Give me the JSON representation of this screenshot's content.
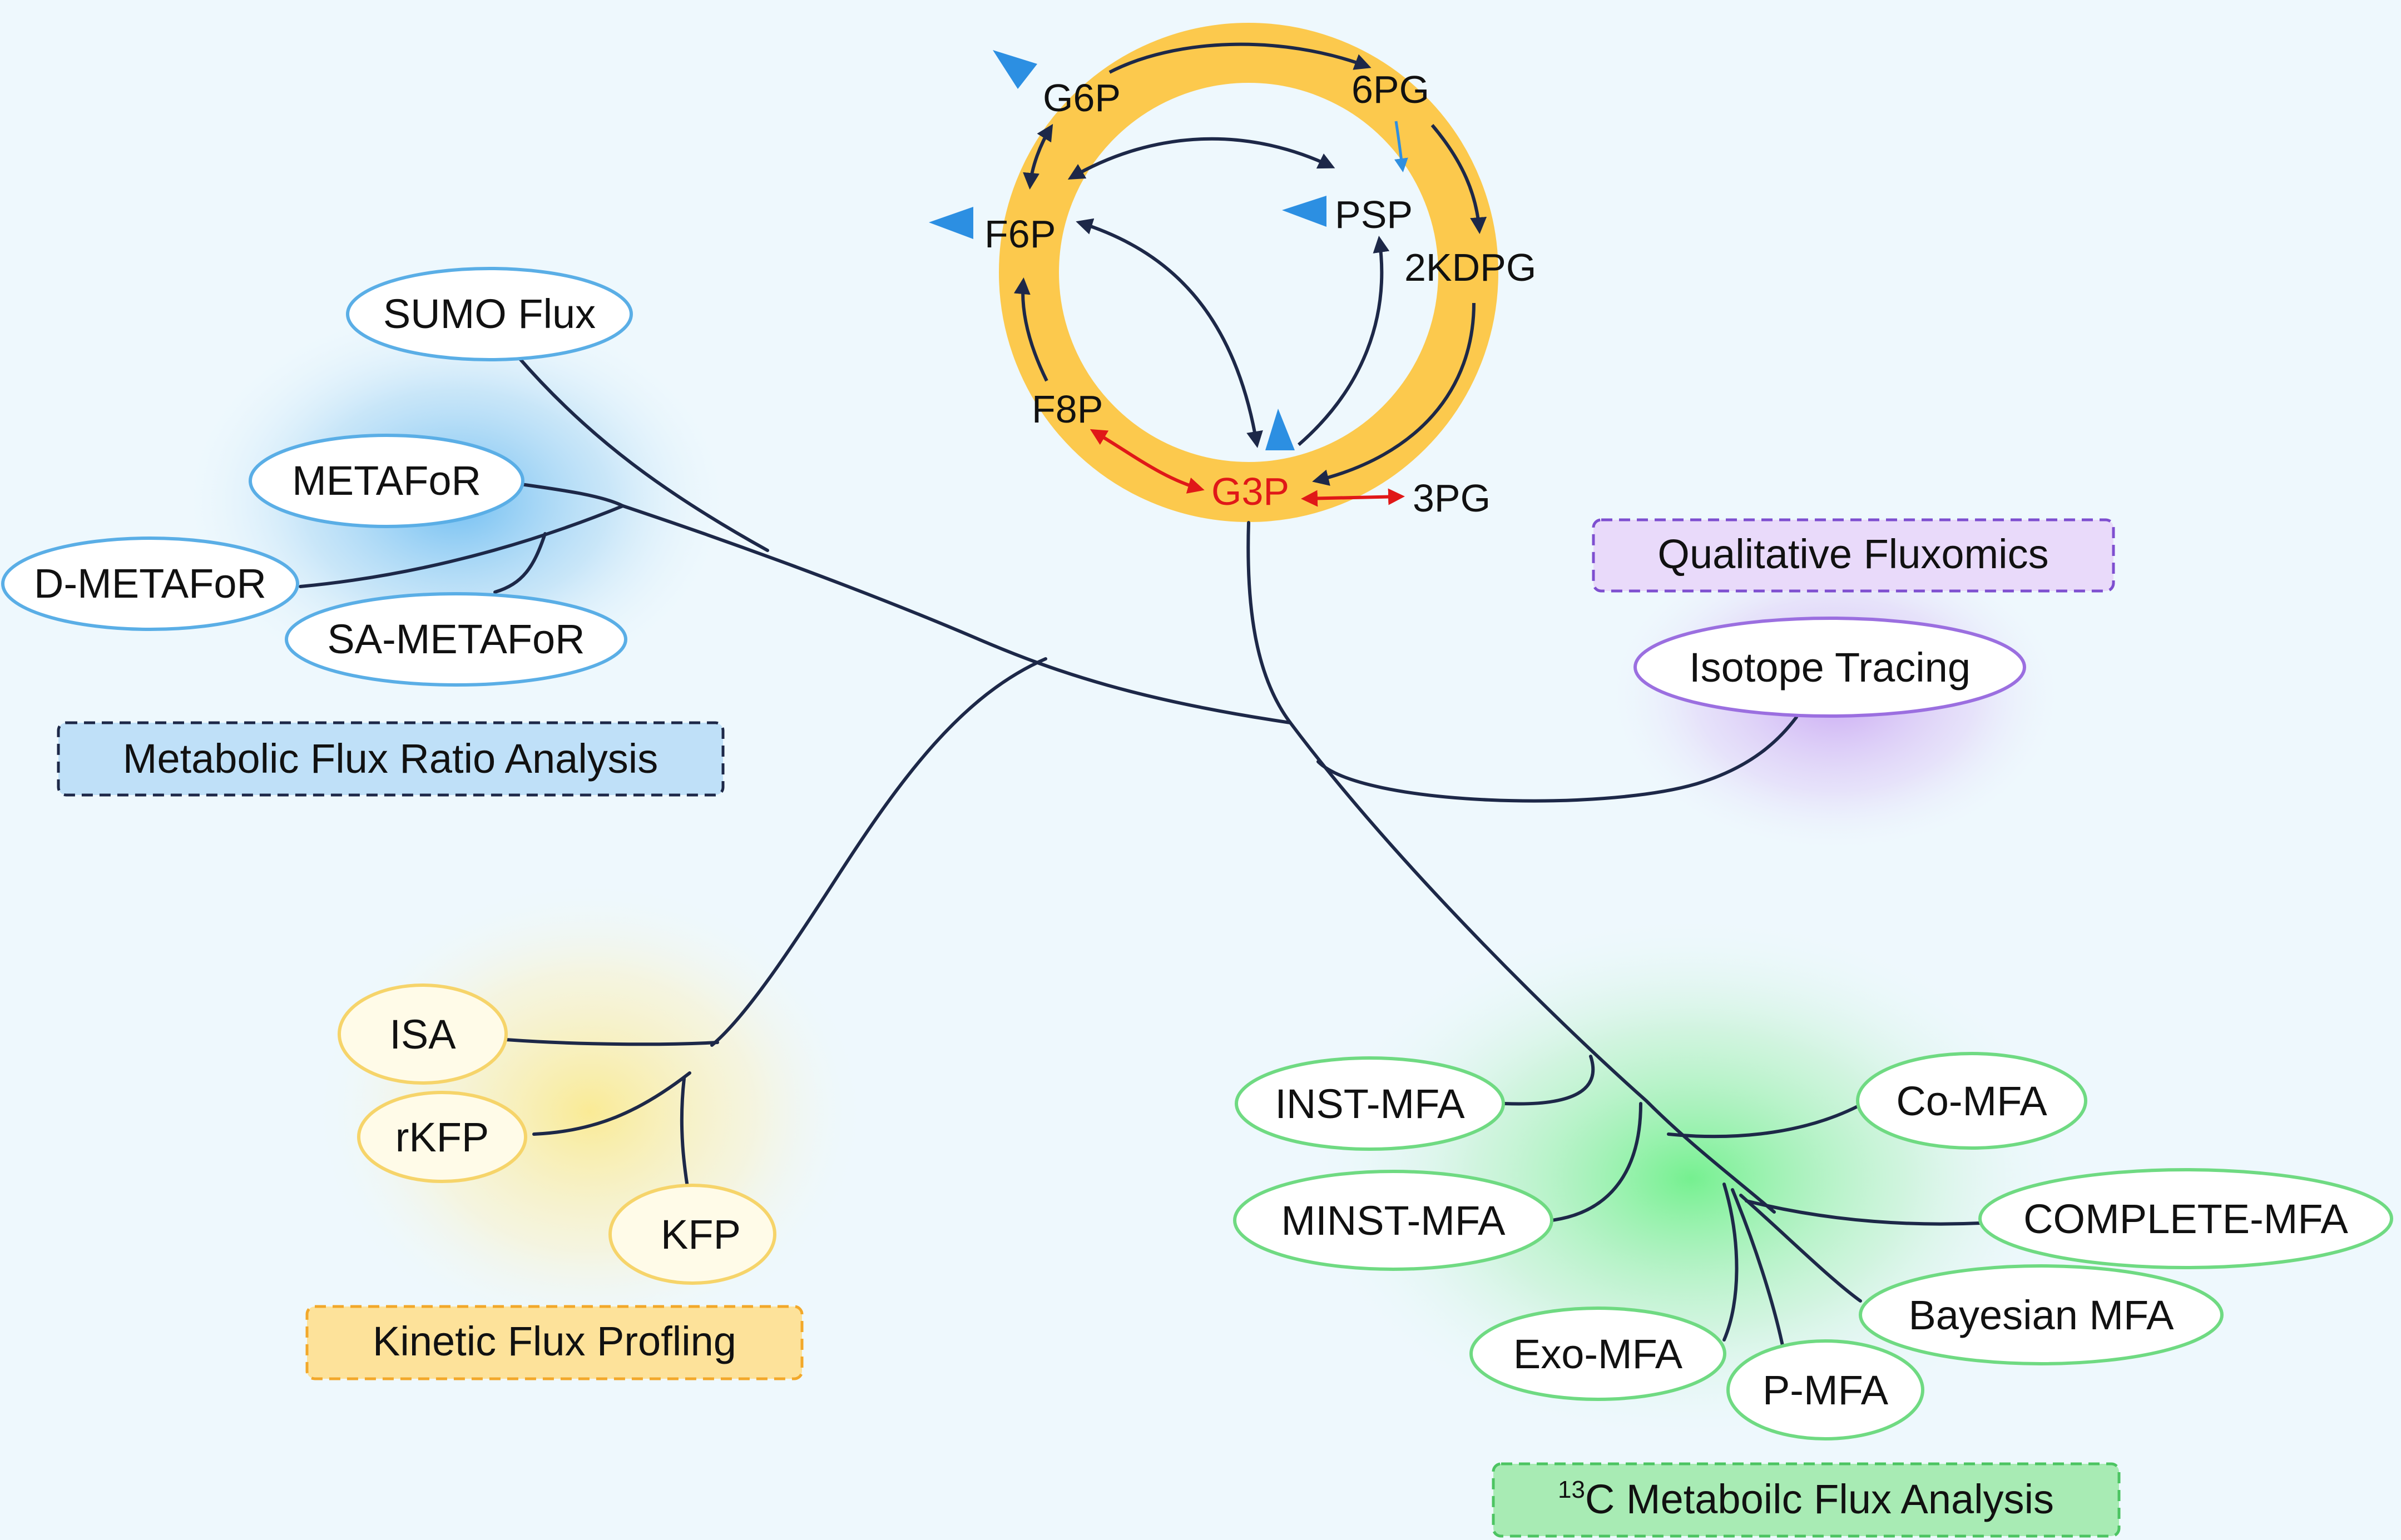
{
  "colors": {
    "background": "#eef8fd",
    "branch": "#1d2848",
    "cycle_ring": "#fcc94d",
    "highlight_red": "#e01818",
    "marker_blue": "#2c8fe2",
    "blue_node": "#5aaee6",
    "purple_node": "#9b6fe0",
    "yellow_node": "#f6d46a",
    "green_node": "#6fda82"
  },
  "cycle": {
    "metabolites": {
      "g6p": "G6P",
      "pg6": "6PG",
      "f6p": "F6P",
      "psp": "PSP",
      "kdpg": "2KDPG",
      "f8p": "F8P",
      "g3p": "G3P",
      "pg3": "3PG"
    }
  },
  "groups": {
    "flux_ratio": {
      "category": "Metabolic Flux Ratio Analysis",
      "methods": [
        "SUMO Flux",
        "METAFoR",
        "D-METAFoR",
        "SA-METAFoR"
      ]
    },
    "qualitative": {
      "category": "Qualitative Fluxomics",
      "methods": [
        "Isotope Tracing"
      ]
    },
    "kinetic": {
      "category": "Kinetic Flux Profling",
      "methods": [
        "ISA",
        "rKFP",
        "KFP"
      ]
    },
    "mfa": {
      "category_sup": "13",
      "category": "C Metaboilc Flux Analysis",
      "methods": [
        "INST-MFA",
        "MINST-MFA",
        "Exo-MFA",
        "P-MFA",
        "Bayesian MFA",
        "COMPLETE-MFA",
        "Co-MFA"
      ]
    }
  }
}
